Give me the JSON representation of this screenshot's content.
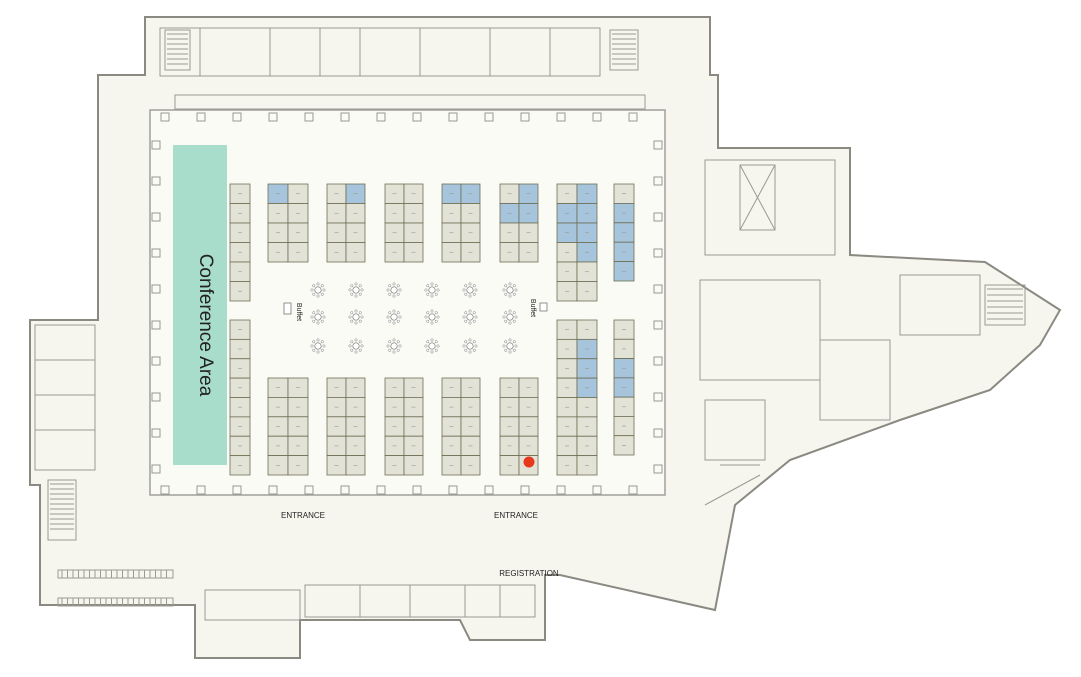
{
  "map": {
    "conference_label": "Conference Area",
    "entrance_label": "ENTRANCE",
    "registration_label": "REGISTRATION",
    "buffet_label": "Buffet",
    "colors": {
      "background": "#ffffff",
      "building_fill": "#f6f6ee",
      "hall_fill": "#fafaf4",
      "wall": "#8a8a82",
      "booth_available": "#e2e2d6",
      "booth_sold": "#a6c4dc",
      "booth_border": "#6e6e54",
      "conference_fill": "#a8ddcc",
      "marker": "#e8381c"
    },
    "marker_icon": "location-marker",
    "table_icon": "round-table"
  }
}
